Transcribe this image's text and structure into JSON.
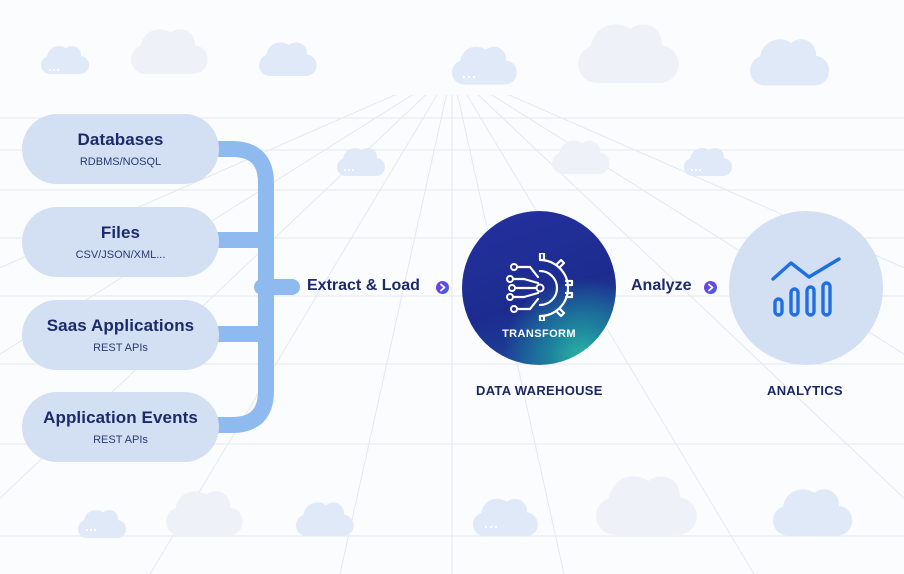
{
  "sources": [
    {
      "title": "Databases",
      "subtitle": "RDBMS/NOSQL"
    },
    {
      "title": "Files",
      "subtitle": "CSV/JSON/XML..."
    },
    {
      "title": "Saas Applications",
      "subtitle": "REST APIs"
    },
    {
      "title": "Application Events",
      "subtitle": "REST APIs"
    }
  ],
  "flow": {
    "extract_label": "Extract & Load",
    "analyze_label": "Analyze"
  },
  "warehouse": {
    "inner_label": "TRANSFORM",
    "caption": "DATA WAREHOUSE",
    "icon": "gear-circuit-icon"
  },
  "analytics": {
    "caption": "ANALYTICS",
    "icon": "line-bar-chart-icon"
  },
  "colors": {
    "pill_bg": "#d3e0f3",
    "connector": "#8fbaf0",
    "text_dark": "#1b2a6b",
    "accent_arrow": "#6a45e0",
    "chart_blue": "#1f6fe0"
  }
}
